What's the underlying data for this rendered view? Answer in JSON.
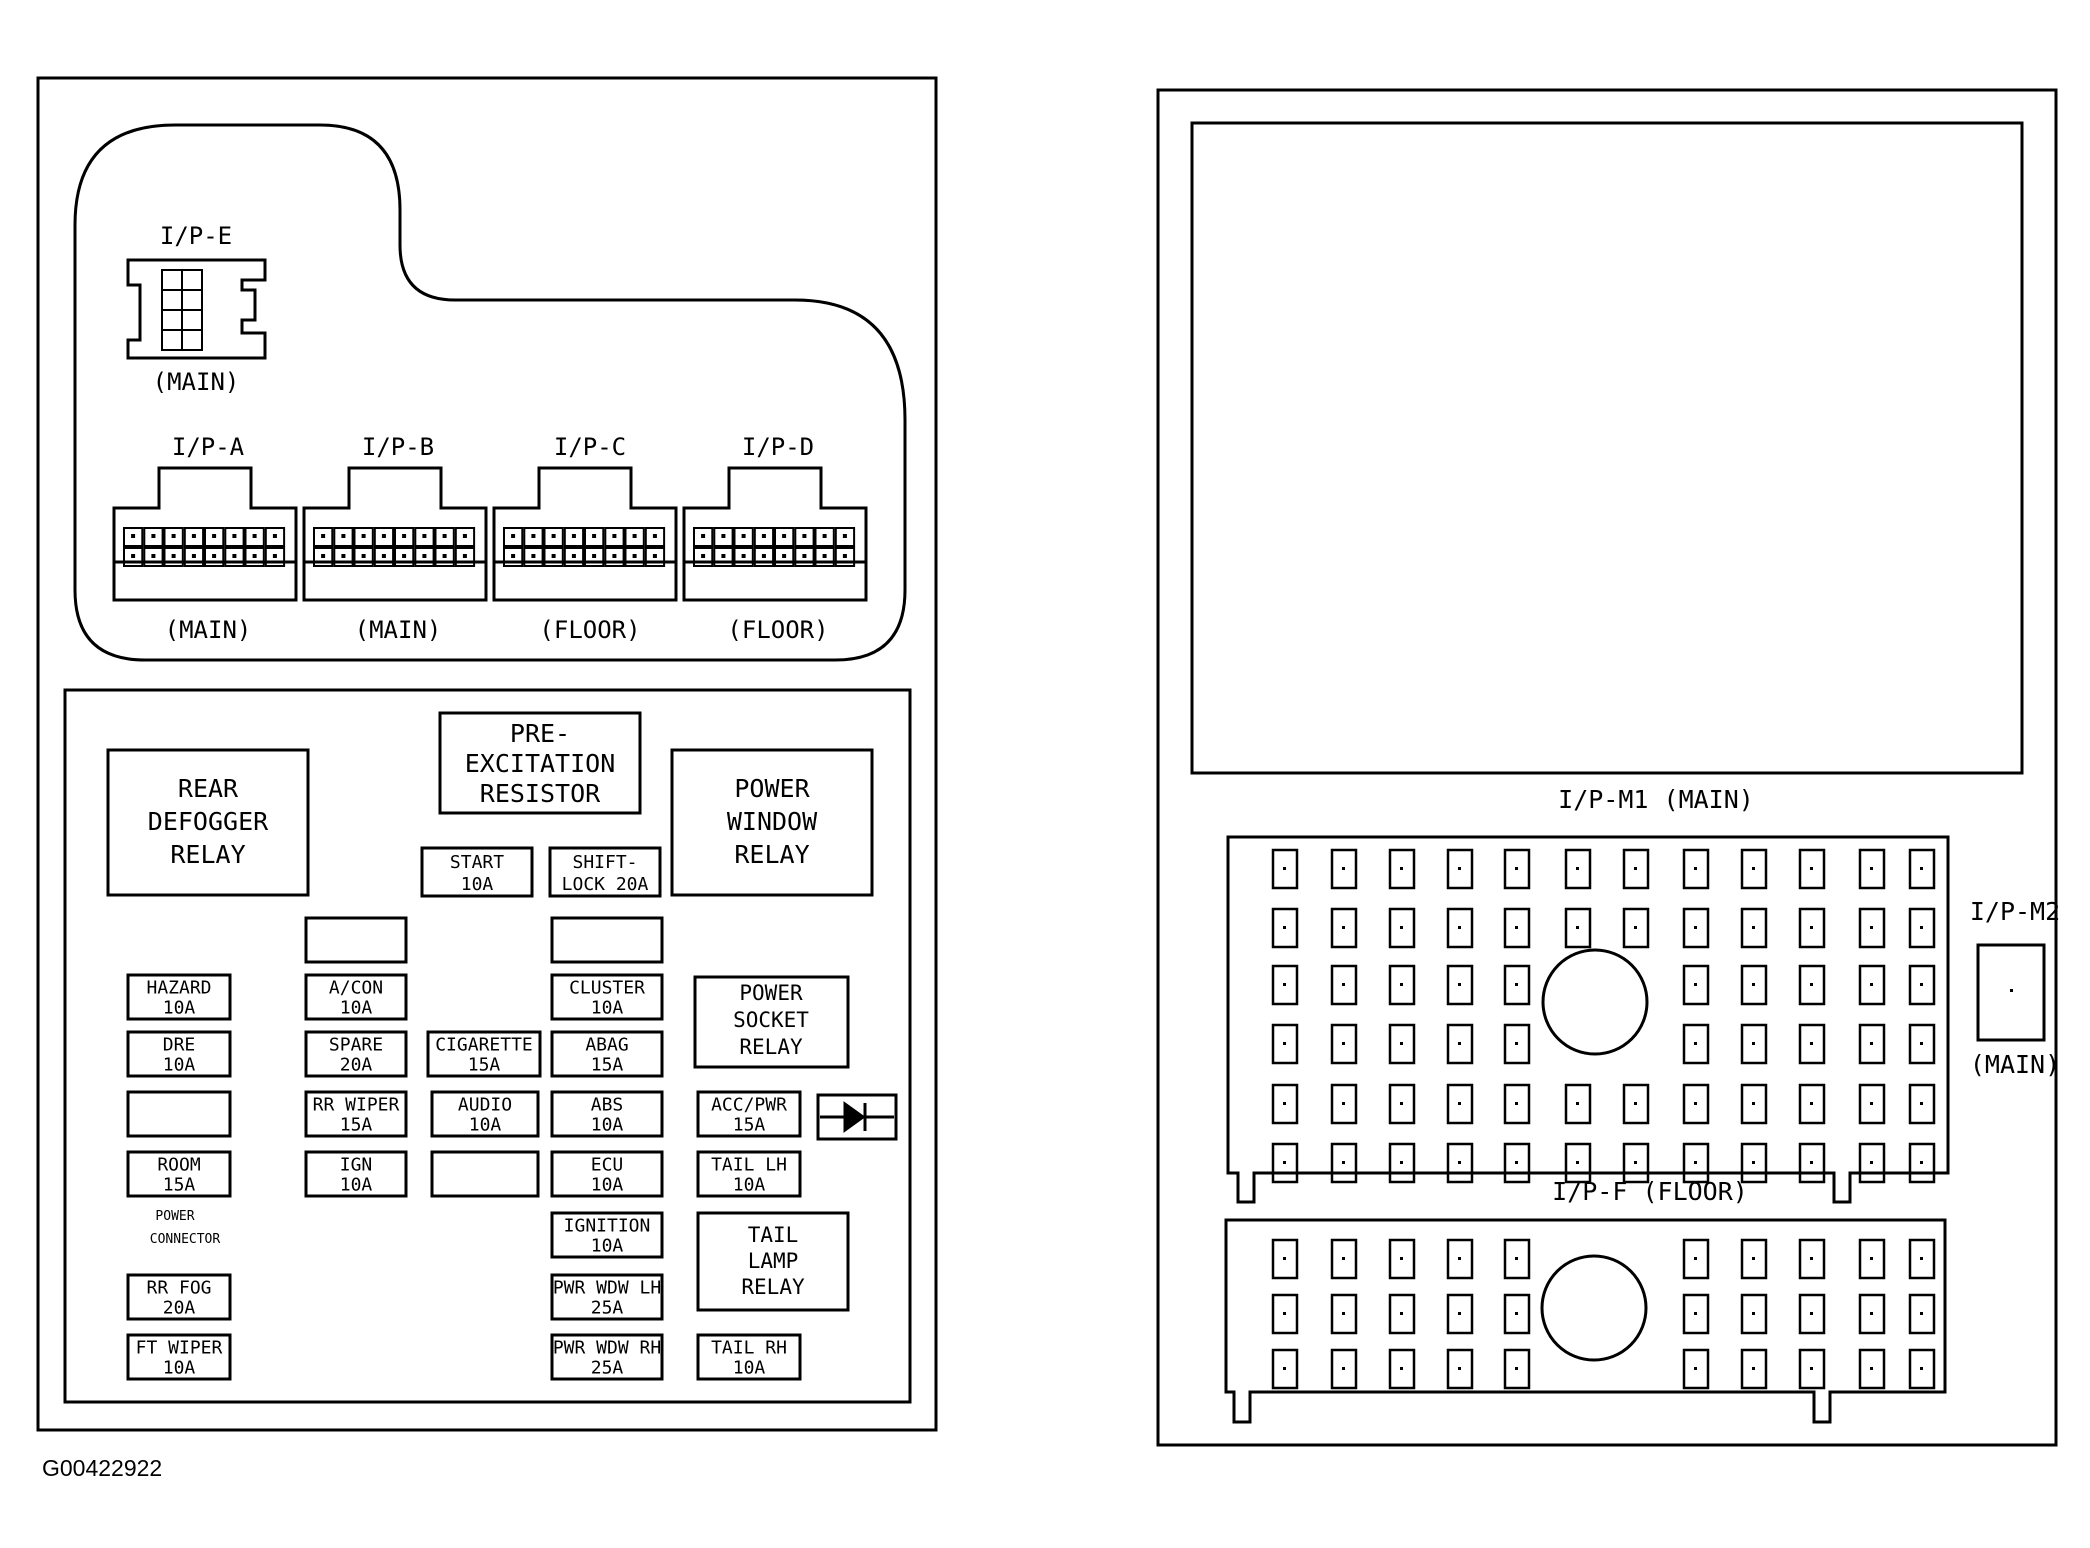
{
  "left_panel": {
    "top_connectors": {
      "ipe": {
        "name": "I/P-E",
        "location": "(MAIN)"
      },
      "ipa": {
        "name": "I/P-A",
        "location": "(MAIN)"
      },
      "ipb": {
        "name": "I/P-B",
        "location": "(MAIN)"
      },
      "ipc": {
        "name": "I/P-C",
        "location": "(FLOOR)"
      },
      "ipd": {
        "name": "I/P-D",
        "location": "(FLOOR)"
      }
    },
    "relays": {
      "rear_defogger": [
        "REAR",
        "DEFOGGER",
        "RELAY"
      ],
      "pre_excitation": [
        "PRE-",
        "EXCITATION",
        "RESISTOR"
      ],
      "power_window": [
        "POWER",
        "WINDOW",
        "RELAY"
      ],
      "power_socket": [
        "POWER",
        "SOCKET",
        "RELAY"
      ],
      "tail_lamp": [
        "TAIL",
        "LAMP",
        "RELAY"
      ]
    },
    "fuses": [
      {
        "key": "start",
        "name": "START",
        "rating": "10A"
      },
      {
        "key": "shift_lock",
        "name": "SHIFT-",
        "rating": "LOCK 20A"
      },
      {
        "key": "hazard",
        "name": "HAZARD",
        "rating": "10A"
      },
      {
        "key": "a_con",
        "name": "A/CON",
        "rating": "10A"
      },
      {
        "key": "cluster",
        "name": "CLUSTER",
        "rating": "10A"
      },
      {
        "key": "dre",
        "name": "DRE",
        "rating": "10A"
      },
      {
        "key": "spare",
        "name": "SPARE",
        "rating": "20A"
      },
      {
        "key": "cigarette",
        "name": "CIGARETTE",
        "rating": "15A"
      },
      {
        "key": "abag",
        "name": "ABAG",
        "rating": "15A"
      },
      {
        "key": "rr_wiper",
        "name": "RR WIPER",
        "rating": "15A"
      },
      {
        "key": "audio",
        "name": "AUDIO",
        "rating": "10A"
      },
      {
        "key": "abs",
        "name": "ABS",
        "rating": "10A"
      },
      {
        "key": "acc_pwr",
        "name": "ACC/PWR",
        "rating": "15A"
      },
      {
        "key": "room",
        "name": "ROOM",
        "rating": "15A"
      },
      {
        "key": "ign",
        "name": "IGN",
        "rating": "10A"
      },
      {
        "key": "ecu",
        "name": "ECU",
        "rating": "10A"
      },
      {
        "key": "tail_lh",
        "name": "TAIL LH",
        "rating": "10A"
      },
      {
        "key": "ignition",
        "name": "IGNITION",
        "rating": "10A"
      },
      {
        "key": "rr_fog",
        "name": "RR FOG",
        "rating": "20A"
      },
      {
        "key": "pwr_wdw_lh",
        "name": "PWR WDW LH",
        "rating": "25A"
      },
      {
        "key": "ft_wiper",
        "name": "FT WIPER",
        "rating": "10A"
      },
      {
        "key": "pwr_wdw_rh",
        "name": "PWR WDW RH",
        "rating": "25A"
      },
      {
        "key": "tail_rh",
        "name": "TAIL RH",
        "rating": "10A"
      }
    ],
    "small_note": [
      "POWER",
      "CONNECTOR"
    ]
  },
  "right_panel": {
    "ipm1_label": "I/P-M1 (MAIN)",
    "ipm2": {
      "name": "I/P-M2",
      "location": "(MAIN)"
    },
    "ipf_label": "I/P-F (FLOOR)"
  },
  "figure_id": "G00422922"
}
